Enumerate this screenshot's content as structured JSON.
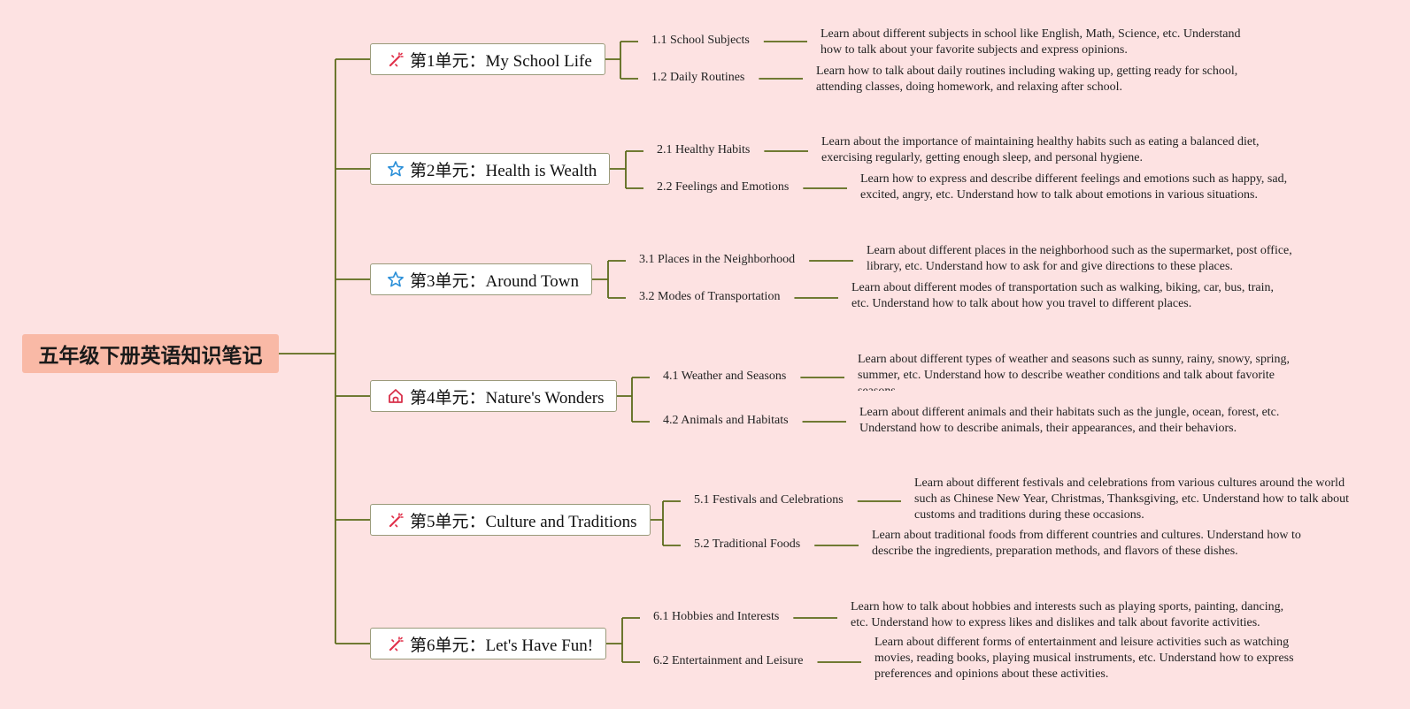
{
  "title": "五年级下册英语知识笔记",
  "colors": {
    "background": "#fde2e2",
    "root": "#f9b9a6",
    "line": "#5b6b1a",
    "node_border": "#9a9a7a"
  },
  "units": [
    {
      "label": "第1单元：My School Life",
      "icon": "magic-wand-icon",
      "topics": [
        {
          "title": "1.1 School Subjects",
          "desc": "Learn about different subjects in school like English, Math, Science, etc. Understand how to talk about your favorite subjects and express opinions."
        },
        {
          "title": "1.2 Daily Routines",
          "desc": "Learn how to talk about daily routines including waking up, getting ready for school, attending classes, doing homework, and relaxing after school."
        }
      ]
    },
    {
      "label": "第2单元：Health is Wealth",
      "icon": "star-icon",
      "topics": [
        {
          "title": "2.1 Healthy Habits",
          "desc": "Learn about the importance of maintaining healthy habits such as eating a balanced diet, exercising regularly, getting enough sleep, and personal hygiene."
        },
        {
          "title": "2.2 Feelings and Emotions",
          "desc": "Learn how to express and describe different feelings and emotions such as happy, sad, excited, angry, etc. Understand how to talk about emotions in various situations."
        }
      ]
    },
    {
      "label": "第3单元：Around Town",
      "icon": "star-icon",
      "topics": [
        {
          "title": "3.1 Places in the Neighborhood",
          "desc": "Learn about different places in the neighborhood such as the supermarket, post office, library, etc. Understand how to ask for and give directions to these places."
        },
        {
          "title": "3.2 Modes of Transportation",
          "desc": "Learn about different modes of transportation such as walking, biking, car, bus, train, etc. Understand how to talk about how you travel to different places."
        }
      ]
    },
    {
      "label": "第4单元：Nature's Wonders",
      "icon": "house-icon",
      "topics": [
        {
          "title": "4.1 Weather and Seasons",
          "desc": "Learn about different types of weather and seasons such as sunny, rainy, snowy, spring, summer, etc. Understand how to describe weather conditions and talk about favorite seasons."
        },
        {
          "title": "4.2 Animals and Habitats",
          "desc": "Learn about different animals and their habitats such as the jungle, ocean, forest, etc. Understand how to describe animals, their appearances, and their behaviors."
        }
      ]
    },
    {
      "label": "第5单元：Culture and Traditions",
      "icon": "magic-wand-icon",
      "topics": [
        {
          "title": "5.1 Festivals and Celebrations",
          "desc": "Learn about different festivals and celebrations from various cultures around the world such as Chinese New Year, Christmas, Thanksgiving, etc. Understand how to talk about customs and traditions during these occasions."
        },
        {
          "title": "5.2 Traditional Foods",
          "desc": "Learn about traditional foods from different countries and cultures. Understand how to describe the ingredients, preparation methods, and flavors of these dishes."
        }
      ]
    },
    {
      "label": "第6单元：Let's Have Fun!",
      "icon": "magic-wand-icon",
      "topics": [
        {
          "title": "6.1 Hobbies and Interests",
          "desc": "Learn how to talk about hobbies and interests such as playing sports, painting, dancing, etc. Understand how to express likes and dislikes and talk about favorite activities."
        },
        {
          "title": "6.2 Entertainment and Leisure",
          "desc": "Learn about different forms of entertainment and leisure activities such as watching movies, reading books, playing musical instruments, etc. Understand how to express preferences and opinions about these activities."
        }
      ]
    }
  ]
}
